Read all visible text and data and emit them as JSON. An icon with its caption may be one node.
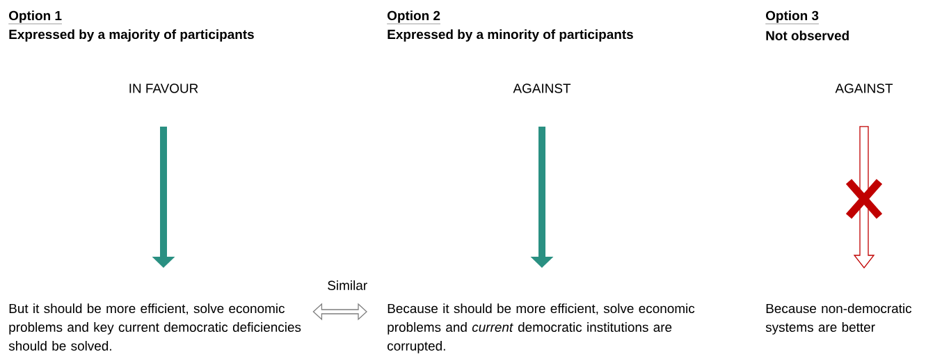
{
  "diagram": {
    "nodes": [
      {
        "text": [
          "IN FAVOUR"
        ]
      },
      {
        "text": [
          "But it should be more efficient, solve economic problems and key current democratic deficiencies should be solved."
        ]
      },
      {
        "text": [
          "AGAINST"
        ]
      },
      {
        "text": [
          "Because it should be more efficient, solve economic problems and *current* democratic institutions are corrupted."
        ]
      },
      {
        "text": [
          "AGAINST"
        ]
      },
      {
        "text": [
          "Because non-democratic systems are better"
        ]
      }
    ],
    "edges": [
      {
        "from": 0,
        "to": 1,
        "arrow": "to"
      },
      {
        "from": 2,
        "to": 3,
        "arrow": "to"
      },
      {
        "from": 4,
        "to": 5,
        "arrow": "to",
        "color": "#c00000"
      },
      {
        "from": 1,
        "to": 3,
        "arrow": "both",
        "label": "Similar",
        "color": "#7f7f7f"
      }
    ],
    "labels": [
      "Option 1",
      "Option 2",
      "Option 3",
      "Expressed by a majority of participants",
      "Expressed by a minority of participants",
      "Not observed"
    ]
  }
}
